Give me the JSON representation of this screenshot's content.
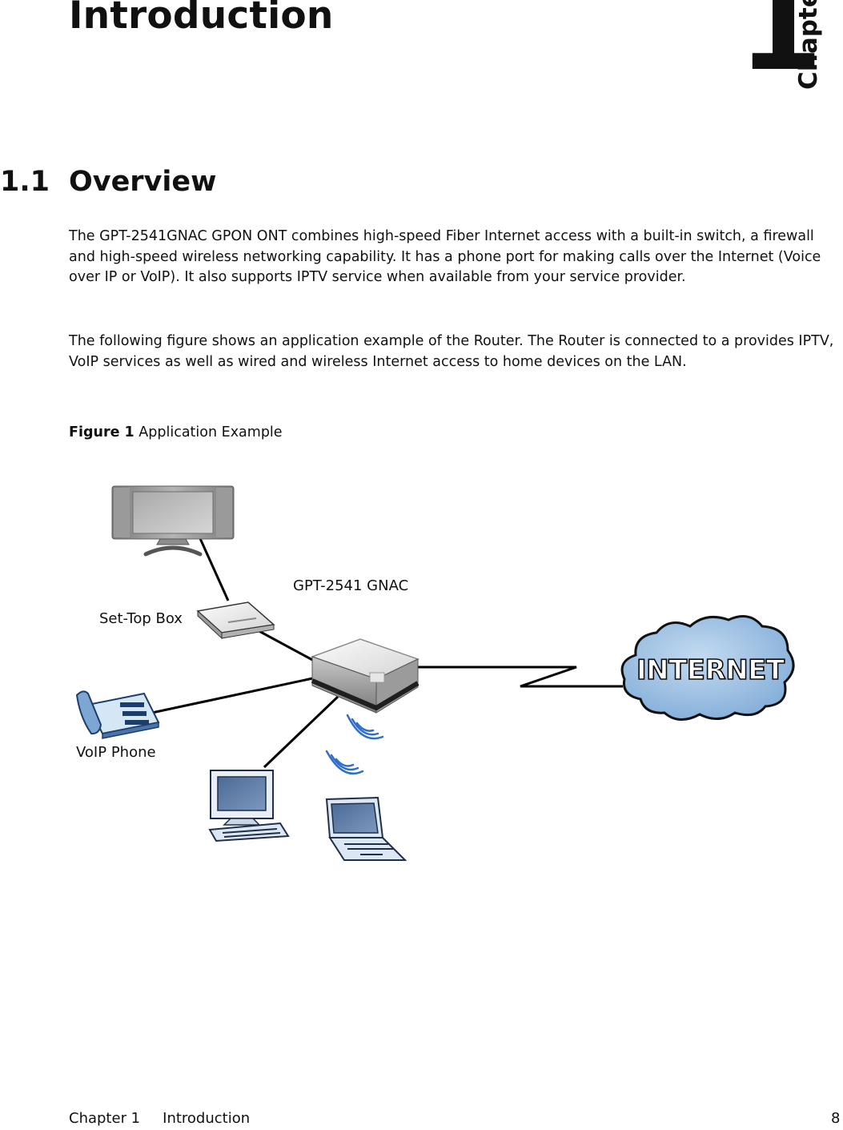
{
  "header": {
    "title": "Introduction",
    "chapter_number": "1",
    "chapter_word": "Chapter"
  },
  "section": {
    "number": "1.1",
    "title": "Overview"
  },
  "paragraphs": [
    "The GPT-2541GNAC GPON ONT combines high-speed Fiber Internet access with a built-in switch, a firewall and high-speed wireless networking capability. It has a phone port for making calls over the Internet (Voice over IP or VoIP). It also supports IPTV service when available from your service provider.",
    "The following figure shows an application example of the Router. The Router is connected to a provides IPTV, VoIP services as well as wired and wireless Internet access to home devices on the LAN."
  ],
  "figure": {
    "label": "Figure 1",
    "caption": "Application Example",
    "device_label": "GPT-2541 GNAC",
    "settop_label": "Set-Top Box",
    "phone_label": "VoIP Phone",
    "internet_label": "INTERNET",
    "colors": {
      "cloud_fill": "#8fb9e0",
      "cloud_stroke": "#111111",
      "device_gray": "#8a8a8a",
      "screen_blue": "#5f7fa8",
      "wifi_blue": "#2f6fc8"
    },
    "icons": [
      "tv-icon",
      "set-top-box-icon",
      "router-icon",
      "phone-icon",
      "desktop-computer-icon",
      "laptop-icon",
      "wifi-signal-icon",
      "cloud-icon"
    ]
  },
  "footer": {
    "chapter": "Chapter 1",
    "section": "Introduction",
    "page": "8"
  }
}
